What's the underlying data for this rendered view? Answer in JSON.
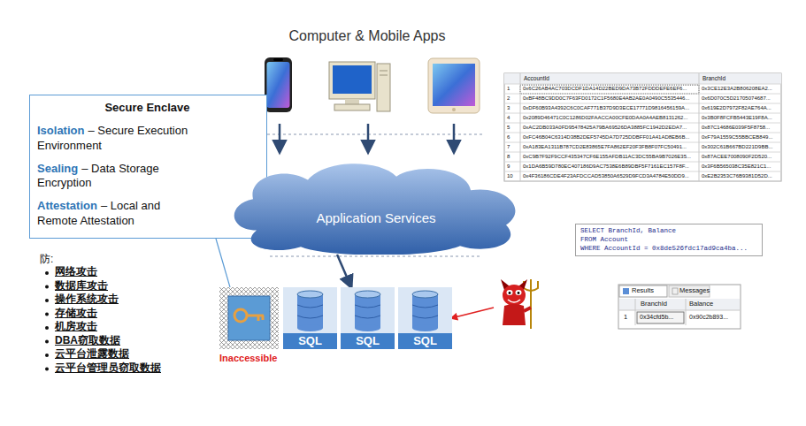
{
  "diagram": {
    "title": "Computer & Mobile Apps",
    "nodes": [
      {
        "text": [
          "Secure Enclave",
          "Isolation",
          "– Secure Execution Environment",
          "Sealing",
          "– Data Storage Encryption",
          "Attestation",
          "– Local and Remote Attestation"
        ]
      },
      {
        "text": [
          "Application Services"
        ]
      },
      {
        "text": [
          "Inaccessible"
        ]
      },
      {
        "text": [
          "SQL"
        ]
      },
      {
        "text": [
          "SQL"
        ]
      },
      {
        "text": [
          "SQL"
        ]
      },
      {
        "text": [
          "SELECT BranchId, Balance",
          "FROM Account",
          "WHERE AccountId = 0x8de526fdc17ad9ca4ba..."
        ]
      }
    ],
    "edges": [
      {
        "from": 0,
        "to": 2,
        "arrow": "none"
      },
      {
        "from": 1,
        "to": 4,
        "arrow": "to"
      }
    ],
    "labels": [
      "防:",
      "网络攻击",
      "数据库攻击",
      "操作系统攻击",
      "存储攻击",
      "机房攻击",
      "DBA窃取数据",
      "云平台泄露数据",
      "云平台管理员窃取数据",
      "AccountId",
      "BranchId",
      "1",
      "0x6C26AB4AC703DCDF1DA14D22BED9DA73B72FDDDEFE6EF6...",
      "0x3CE12E3A2B806208EA2...",
      "2",
      "0xBF48BC9DD0C7F63FD0172C1F5680E4AB2AE0A0490C5535446...",
      "0x6D070C5D21705074687...",
      "3",
      "0xDF60B93A4392C6C0CAF771B37D9D3ECE17771D9816456159A...",
      "0x619E2D7972F82AE764A...",
      "4",
      "0x2089D46471C0C1286D02FAACCA00CFE0DAA0A4AEB8131262...",
      "0x3B0F8FCFB5443E19F8A...",
      "5",
      "0xAC2DB033A0FD95478425A79BA69526DA3885FC1942D2EDA7...",
      "0x87C14686E039F5F8758...",
      "6",
      "0xFC46B04C6314D38B2DEF5745DA7D725DDBFF01A41AD8EB6B...",
      "0xF79A1559C55BBCEB849...",
      "7",
      "0xA183EA1311B787CD2E83865E7FA862EF20F3FB8F07FC50491...",
      "0x302C61B667BD221D9BB...",
      "8",
      "0xC9B7F92F9CCF435347CF6E155AFDB11AC3DC55BA9B7026E35...",
      "0x87ACEE7008090F2D520...",
      "9",
      "0x1DA6B59D780EC407186D9AC7538E6B89DBF5F7161EC157F8F...",
      "0x3F6B565038C35E821C1...",
      "10",
      "0x4F36186CDE4F23AFDCCAD53850A6529D9FCD3A4784E50DD9...",
      "0xE2B2353C76B9381D52D...",
      "Results",
      "Messages",
      "BranchId",
      "Balance",
      "1",
      "0x34cfd5b...",
      "0x90c2b893..."
    ]
  }
}
